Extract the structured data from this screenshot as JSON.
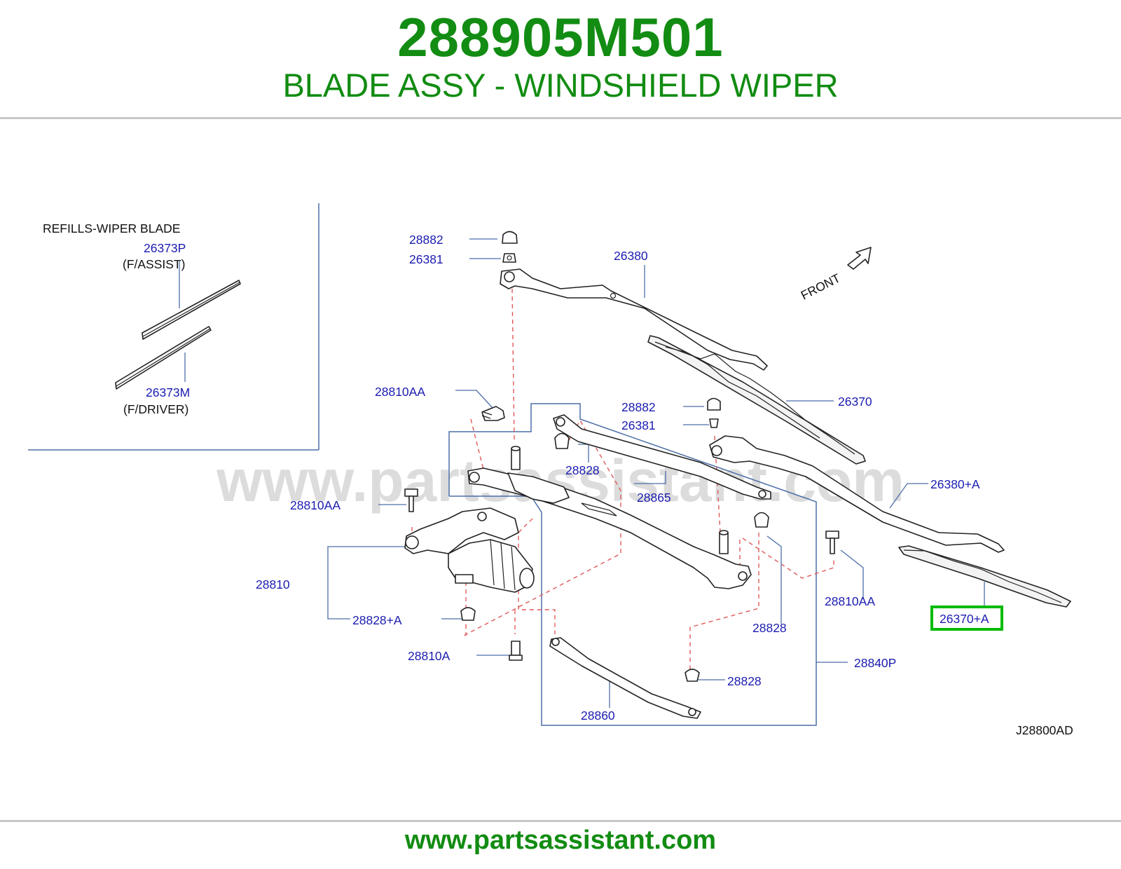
{
  "header": {
    "part_number": "288905M501",
    "description": "BLADE ASSY - WINDSHIELD WIPER"
  },
  "footer": {
    "url": "www.partsassistant.com"
  },
  "diagram": {
    "watermark": "www.partsassistant.com",
    "refills_title": "REFILLS-WIPER  BLADE",
    "front_label": "FRONT",
    "drawing_code": "J28800AD",
    "highlight_color": "#00bb00",
    "labels": {
      "p26373P": "26373P",
      "f_assist": "(F/ASSIST)",
      "p26373M": "26373M",
      "f_driver": "(F/DRIVER)",
      "p28882_a": "28882",
      "p26381_a": "26381",
      "p26380": "26380",
      "p26370": "26370",
      "p28810AA_a": "28810AA",
      "p28882_b": "28882",
      "p26381_b": "26381",
      "p28828_a": "28828",
      "p28865": "28865",
      "p26380A": "26380+A",
      "p28810AA_b": "28810AA",
      "p28810": "28810",
      "p28828A": "28828+A",
      "p28810A": "28810A",
      "p28810AA_c": "28810AA",
      "p28828_b": "28828",
      "p26370A": "26370+A",
      "p28840P": "28840P",
      "p28828_c": "28828",
      "p28860": "28860"
    }
  }
}
